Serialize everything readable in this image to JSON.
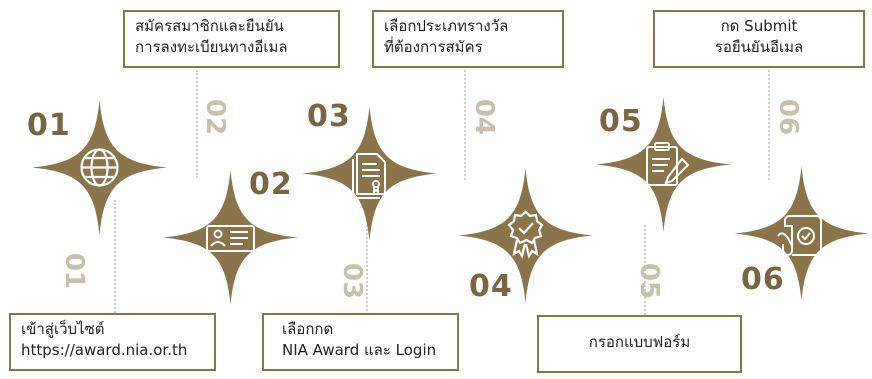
{
  "steps": [
    {
      "number": "01",
      "vertical_number": "01",
      "lines": [
        "เข้าสู่เว็บไซต์",
        "https://award.nia.or.th"
      ],
      "icon": "globe-icon"
    },
    {
      "number": "02",
      "vertical_number": "02",
      "lines": [
        "สมัครสมาชิกและยืนยัน",
        "การลงทะเบียนทางอีเมล"
      ],
      "icon": "id-card-icon"
    },
    {
      "number": "03",
      "vertical_number": "03",
      "lines": [
        "เลือกกด",
        "NIA Award และ Login"
      ],
      "icon": "document-icon"
    },
    {
      "number": "04",
      "vertical_number": "04",
      "lines": [
        "เลือกประเภทรางวัล",
        "ที่ต้องการสมัคร"
      ],
      "icon": "award-badge-icon"
    },
    {
      "number": "05",
      "vertical_number": "05",
      "lines": [
        "กรอกแบบฟอร์ม"
      ],
      "icon": "clipboard-pen-icon"
    },
    {
      "number": "06",
      "vertical_number": "06",
      "lines": [
        "กด Submit",
        "รอยืนยันอีเมล"
      ],
      "icon": "scroll-check-icon"
    }
  ],
  "colors": {
    "accent": "#7a6441",
    "star": "#8b7449",
    "muted_number": "#c9c0ac",
    "line": "#cfcfcf"
  }
}
